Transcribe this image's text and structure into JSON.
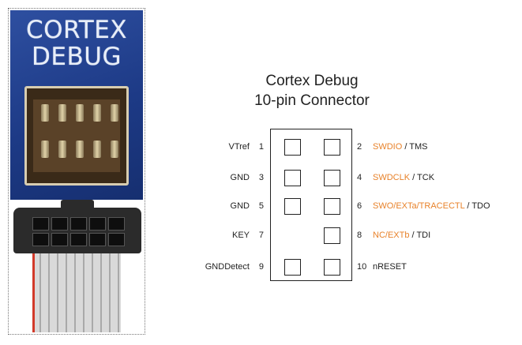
{
  "photo": {
    "board_label_line1": "CORTEX",
    "board_label_line2": "DEBUG"
  },
  "diagram": {
    "title_line1": "Cortex Debug",
    "title_line2": "10-pin Connector",
    "colors": {
      "highlight": "#e8822a",
      "text": "#222222"
    },
    "rows": [
      {
        "left_num": "1",
        "left_label": "VTref",
        "right_num": "2",
        "right_primary": "SWDIO",
        "right_secondary": " / TMS",
        "left_square": true,
        "right_square": true
      },
      {
        "left_num": "3",
        "left_label": "GND",
        "right_num": "4",
        "right_primary": "SWDCLK",
        "right_secondary": " / TCK",
        "left_square": true,
        "right_square": true
      },
      {
        "left_num": "5",
        "left_label": "GND",
        "right_num": "6",
        "right_primary": "SWO/EXTa/TRACECTL",
        "right_secondary": " / TDO",
        "left_square": true,
        "right_square": true
      },
      {
        "left_num": "7",
        "left_label": "KEY",
        "right_num": "8",
        "right_primary": "NC/EXTb",
        "right_secondary": " / TDI",
        "left_square": false,
        "right_square": true
      },
      {
        "left_num": "9",
        "left_label": "GNDDetect",
        "right_num": "10",
        "right_primary": "",
        "right_secondary": "nRESET",
        "left_square": true,
        "right_square": true
      }
    ]
  }
}
